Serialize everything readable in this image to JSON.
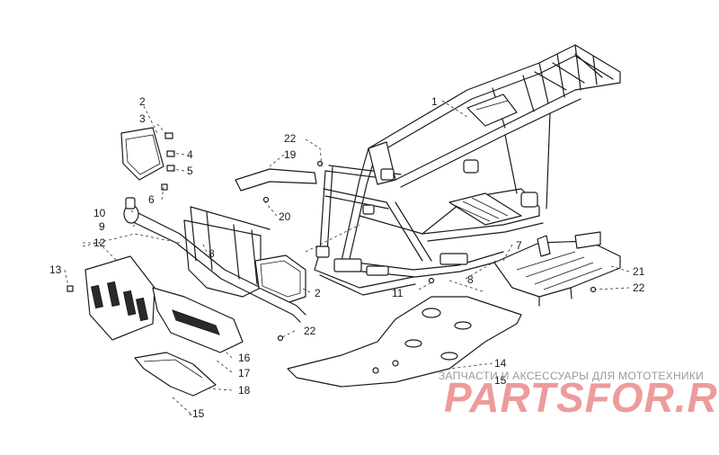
{
  "callouts": {
    "n1": "1",
    "n2a": "2",
    "n3": "3",
    "n4": "4",
    "n5": "5",
    "n6": "6",
    "n7": "7",
    "n8a": "8",
    "n8b": "8",
    "n9": "9",
    "n10": "10",
    "n11": "11",
    "n12": "12",
    "n13": "13",
    "n14": "14",
    "n15a": "15",
    "n15b": "-15",
    "n16": "16",
    "n17": "17",
    "n18": "18",
    "n19": "19",
    "n20": "20",
    "n21": "21",
    "n22a": "22",
    "n22b": "22",
    "n22c": "22",
    "n2b": "2"
  },
  "watermark": {
    "tagline": "ЗАПЧАСТИ И АКСЕССУАРЫ ДЛЯ МОТОТЕХНИКИ",
    "logo": "PARTSFOR.RU"
  },
  "colors": {
    "line": "#1a1a1a",
    "watermark_logo": "#e04a4a",
    "watermark_text": "#9a9a9a"
  }
}
